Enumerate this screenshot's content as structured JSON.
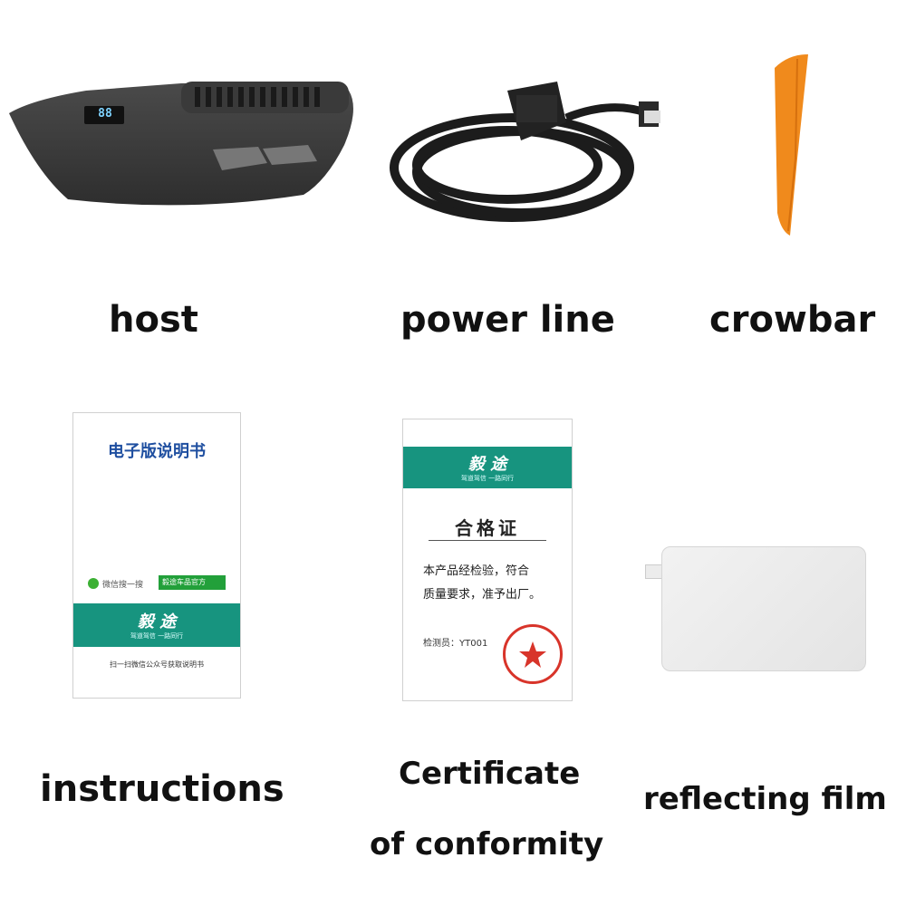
{
  "items": [
    {
      "label": "host"
    },
    {
      "label": "power line"
    },
    {
      "label": "crowbar"
    },
    {
      "label": "instructions"
    },
    {
      "label_line1": "Certificate",
      "label_line2": "of conformity"
    },
    {
      "label": "reflecting film"
    }
  ],
  "host_display": {
    "text": "88"
  },
  "instructions_card": {
    "title": "电子版说明书",
    "wechat_text": "微信搜一搜",
    "wechat_button": "毅途车品官方",
    "brand": "毅 途",
    "brand_slogan": "驾道驾信   一路同行",
    "footer": "扫一扫微信公众号获取说明书"
  },
  "certificate_card": {
    "brand": "毅 途",
    "brand_slogan": "驾道驾信   一路同行",
    "title": "合格证",
    "body_line1": "本产品经检验，符合",
    "body_line2": "质量要求，准予出厂。",
    "inspector": "检测员：YT001"
  },
  "colors": {
    "teal": "#17947f",
    "blue_title": "#1f4fa0",
    "orange": "#f08a1c",
    "stamp_red": "#d8342a"
  }
}
